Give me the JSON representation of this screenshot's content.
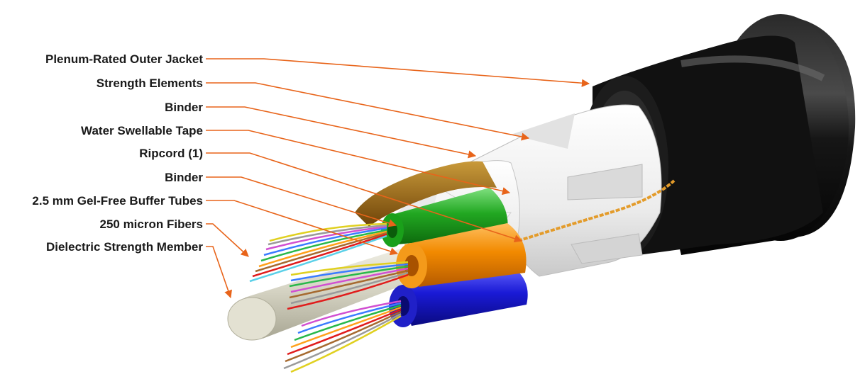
{
  "labels": {
    "outer_jacket": "Plenum-Rated Outer Jacket",
    "strength_elements": "Strength Elements",
    "binder_outer": "Binder",
    "water_tape": "Water Swellable Tape",
    "ripcord": "Ripcord (1)",
    "binder_inner": "Binder",
    "buffer_tubes": "2.5 mm Gel-Free Buffer Tubes",
    "fibers": "250 micron Fibers",
    "dielectric": "Dielectric Strength Member"
  },
  "colors": {
    "leader": "#e8641a",
    "jacket": "#151515",
    "strength": "#f2f2f2",
    "binder_brown": "#8b5a10",
    "green_tube": "#1fa01f",
    "orange_tube": "#f28a00",
    "blue_tube": "#1a1ad6",
    "dielectric": "#d8d6c8",
    "ripcord": "#e39b2a"
  }
}
